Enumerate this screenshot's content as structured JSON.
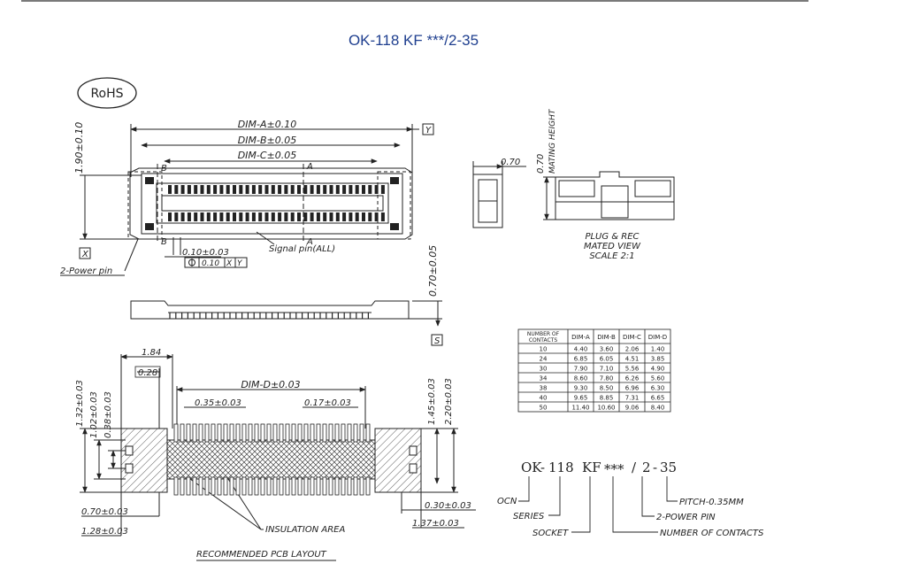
{
  "title": "OK-118 KF ***/2-35",
  "rohs": "RoHS",
  "top_view": {
    "dim_a": "DIM-A±0.10",
    "dim_b": "DIM-B±0.05",
    "dim_c": "DIM-C±0.05",
    "height": "1.90±0.10",
    "pitch_tol": "0.10±0.03",
    "position_tol": "0.10",
    "datum_x": "X",
    "datum_y": "Y",
    "datum_s": "S",
    "section_a": "A",
    "section_b": "B",
    "signal_pin": "Signal pin(ALL)",
    "power_pin": "2-Power pin",
    "side_height": "0.70±0.05"
  },
  "mated_view": {
    "width": "0.70",
    "height": "0.70",
    "mating_height": "MATING HEIGHT",
    "caption_1": "PLUG & REC",
    "caption_2": "MATED VIEW",
    "caption_3": "SCALE 2:1"
  },
  "pcb_layout": {
    "d184": "1.84",
    "d028": "0.28",
    "dim_d": "DIM-D±0.03",
    "d035": "0.35±0.03",
    "d017": "0.17±0.03",
    "d132": "1.32±0.03",
    "d102": "1.02±0.03",
    "d038": "0.38±0.03",
    "d145": "1.45±0.03",
    "d220": "2.20±0.03",
    "d070": "0.70±0.03",
    "d128": "1.28±0.03",
    "d030": "0.30±0.03",
    "d137": "1.37±0.03",
    "insulation": "INSULATION AREA",
    "caption": "RECOMMENDED PCB LAYOUT"
  },
  "dimension_table": {
    "headers": [
      "NUMBER OF CONTACTS",
      "DIM-A",
      "DIM-B",
      "DIM-C",
      "DIM-D"
    ],
    "rows": [
      [
        "10",
        "4.40",
        "3.60",
        "2.06",
        "1.40"
      ],
      [
        "24",
        "6.85",
        "6.05",
        "4.51",
        "3.85"
      ],
      [
        "30",
        "7.90",
        "7.10",
        "5.56",
        "4.90"
      ],
      [
        "34",
        "8.60",
        "7.80",
        "6.26",
        "5.60"
      ],
      [
        "38",
        "9.30",
        "8.50",
        "6.96",
        "6.30"
      ],
      [
        "40",
        "9.65",
        "8.85",
        "7.31",
        "6.65"
      ],
      [
        "50",
        "11.40",
        "10.60",
        "9.06",
        "8.40"
      ]
    ]
  },
  "part_code": {
    "ok": "OK",
    "dash1": "-",
    "series": "118",
    "kf": "KF",
    "stars": "***",
    "slash": "/",
    "two": "2",
    "dash2": "-",
    "pitch": "35",
    "ocn_label": "OCN",
    "series_label": "SERIES",
    "socket_label": "SOCKET",
    "contacts_label": "NUMBER OF CONTACTS",
    "power_label": "2-POWER PIN",
    "pitch_label": "PITCH-0.35MM"
  }
}
